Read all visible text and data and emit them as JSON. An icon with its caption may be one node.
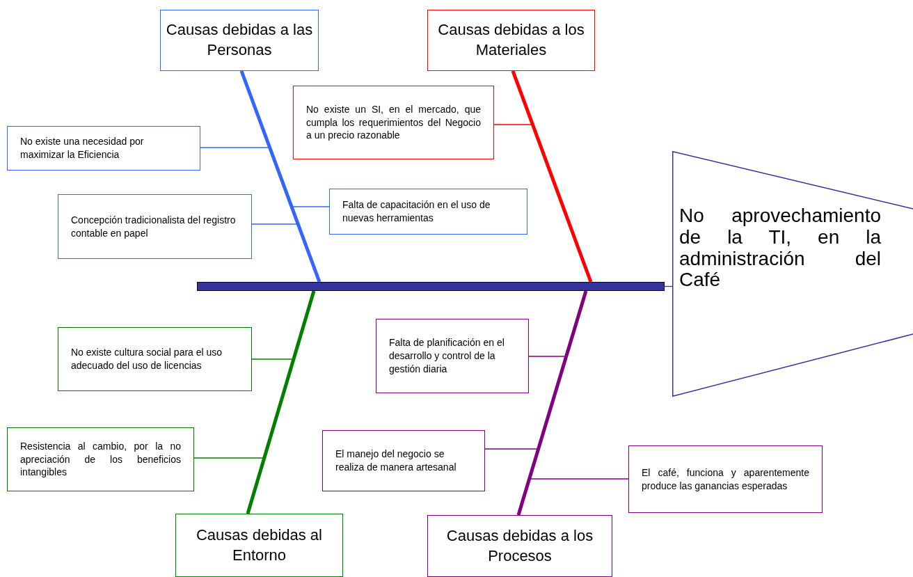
{
  "diagram": {
    "nodes": [
      {
        "text": [
          "Causas debidas a las Personas"
        ]
      },
      {
        "text": [
          "Causas debidas a los Materiales"
        ]
      },
      {
        "text": [
          "No existe un SI, en el mercado, que cumpla los requerimientos del Negocio a un precio razonable"
        ]
      },
      {
        "text": [
          "No existe una necesidad por maximizar la Eficiencia"
        ]
      },
      {
        "text": [
          "Falta de capacitación en el uso de nuevas herramientas"
        ]
      },
      {
        "text": [
          "Concepción tradicionalista del registro contable en papel"
        ]
      },
      {
        "text": [
          "No aprovechamiento de la TI, en la administración del Café"
        ]
      },
      {
        "text": [],
        "shape": "bar"
      },
      {
        "text": [
          "Falta de planificación en el desarrollo y control de la gestión diaria"
        ]
      },
      {
        "text": [
          "No existe cultura social para el uso adecuado del uso de licencias"
        ]
      },
      {
        "text": [
          "Resistencia al cambio, por la no apreciación de los beneficios intangibles"
        ]
      },
      {
        "text": [
          "El manejo del negocio se realiza de manera artesanal"
        ]
      },
      {
        "text": [
          "El café, funciona y aparentemente produce las ganancias esperadas"
        ]
      },
      {
        "text": [
          "Causas debidas al Entorno"
        ]
      },
      {
        "text": [
          "Causas debidas a los Procesos"
        ]
      }
    ],
    "edges": [
      {
        "from": 0,
        "to": 7,
        "arrow": "none",
        "style": "thick",
        "color": "#3366ff"
      },
      {
        "from": 1,
        "to": 7,
        "arrow": "none",
        "style": "thick",
        "color": "#ff0000"
      },
      {
        "from": 13,
        "to": 7,
        "arrow": "none",
        "style": "thick",
        "color": "#008000"
      },
      {
        "from": 14,
        "to": 7,
        "arrow": "none",
        "style": "thick",
        "color": "#800080"
      },
      {
        "from": 7,
        "to": 6,
        "arrow": "none",
        "color": "#333399"
      },
      {
        "from": 3,
        "to": 0,
        "arrow": "none",
        "color": "#3366ff"
      },
      {
        "from": 4,
        "to": 0,
        "arrow": "none",
        "color": "#3366ff"
      },
      {
        "from": 5,
        "to": 0,
        "arrow": "none",
        "color": "#3366ff"
      },
      {
        "from": 2,
        "to": 1,
        "arrow": "none",
        "color": "#ff0000"
      },
      {
        "from": 9,
        "to": 13,
        "arrow": "none",
        "color": "#008000"
      },
      {
        "from": 10,
        "to": 13,
        "arrow": "none",
        "color": "#008000"
      },
      {
        "from": 8,
        "to": 14,
        "arrow": "none",
        "color": "#800080"
      },
      {
        "from": 11,
        "to": 14,
        "arrow": "none",
        "color": "#800080"
      },
      {
        "from": 12,
        "to": 14,
        "arrow": "none",
        "color": "#800080"
      }
    ]
  }
}
